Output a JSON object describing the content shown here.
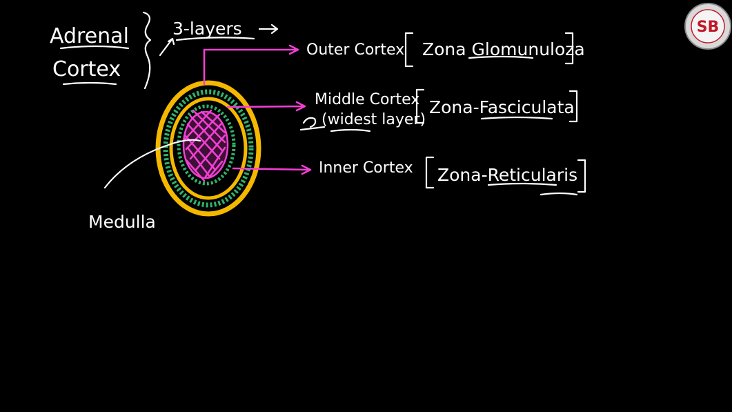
{
  "title": {
    "line1": "Adrenal",
    "line2": "Cortex"
  },
  "layers_note": "3-layers",
  "labels": [
    {
      "name": "Outer Cortex",
      "zone": "Zona Glomunuloza"
    },
    {
      "name": "Middle Cortex",
      "note": "(widest layer)",
      "zone": "Zona-Fasciculata"
    },
    {
      "name": "Inner Cortex",
      "zone": "Zona-Reticularis"
    }
  ],
  "medulla_label": "Medulla",
  "logo": {
    "initials": "SB"
  },
  "colors": {
    "background": "#000000",
    "chalk": "#ffffff",
    "outer_ring": "#f5b800",
    "middle_ring": "#2fb46a",
    "arrow": "#f23fd4",
    "medulla": "#f23fd4"
  }
}
